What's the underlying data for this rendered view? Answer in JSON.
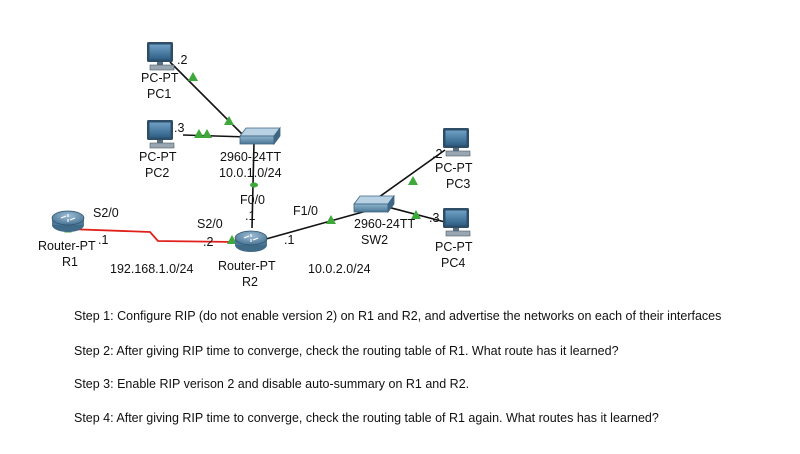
{
  "diagram": {
    "devices": {
      "pc1": {
        "type": "PC-PT",
        "name": "PC1",
        "port": ".2"
      },
      "pc2": {
        "type": "PC-PT",
        "name": "PC2",
        "port": ".3"
      },
      "pc3": {
        "type": "PC-PT",
        "name": "PC3",
        "port": ".2"
      },
      "pc4": {
        "type": "PC-PT",
        "name": "PC4",
        "port": ".3"
      },
      "sw1": {
        "type": "2960-24TT",
        "network": "10.0.1.0/24"
      },
      "sw2": {
        "type": "2960-24TT",
        "name": "SW2"
      },
      "r1": {
        "type": "Router-PT",
        "name": "R1",
        "iface": "S2/0",
        "ip": ".1"
      },
      "r2": {
        "type": "Router-PT",
        "name": "R2",
        "iface_serial": "S2/0",
        "ip_serial": ".2",
        "iface_f0": "F0/0",
        "ip_f0": ".1",
        "iface_f1": "F1/0",
        "ip_f1": ".1"
      }
    },
    "networks": {
      "serial": "192.168.1.0/24",
      "lan2": "10.0.2.0/24"
    },
    "colors": {
      "ethernet": "#111111",
      "serial": "#e0201b",
      "link_up": "#3ea83a",
      "device": "#4d7f9e"
    }
  },
  "steps": [
    "Step 1: Configure RIP (do not enable version 2) on R1 and R2, and advertise the networks on each of their interfaces",
    "Step 2: After giving RIP time to converge, check the routing table of R1.  What route has it learned?",
    "Step 3: Enable RIP verison 2 and disable auto-summary on R1 and R2.",
    "Step 4: After giving RIP time to converge, check the routing table of R1 again.  What routes has it learned?"
  ]
}
